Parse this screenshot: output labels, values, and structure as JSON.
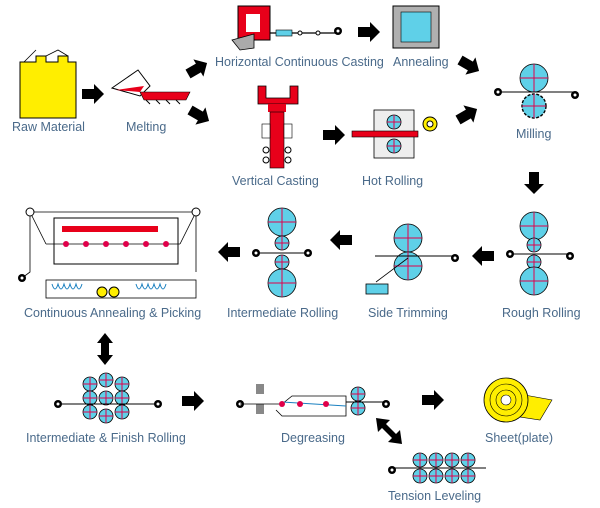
{
  "labels": {
    "raw_material": "Raw Material",
    "melting": "Melting",
    "horizontal_casting": "Horizontal Continuous Casting",
    "annealing": "Annealing",
    "vertical_casting": "Vertical Casting",
    "hot_rolling": "Hot Rolling",
    "milling": "Milling",
    "rough_rolling": "Rough Rolling",
    "side_trimming": "Side Trimming",
    "intermediate_rolling": "Intermediate Rolling",
    "continuous_annealing": "Continuous Annealing & Picking",
    "intermediate_finish_rolling": "Intermediate & Finish Rolling",
    "degreasing": "Degreasing",
    "sheet_plate": "Sheet(plate)",
    "tension_leveling": "Tension Leveling"
  },
  "colors": {
    "label": "#4a6a8a",
    "roll": "#5fd0e8",
    "hot_metal": "#e8001a",
    "raw_material": "#ffee00",
    "arrow": "#000000"
  }
}
